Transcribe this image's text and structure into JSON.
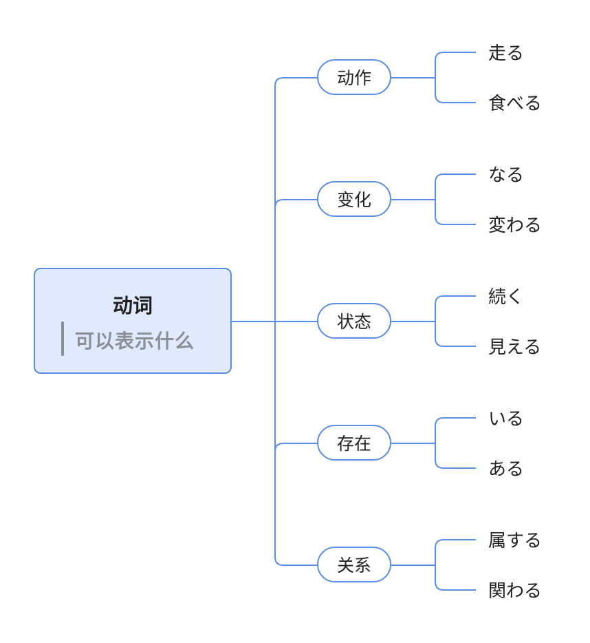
{
  "root": {
    "title": "动词",
    "subtitle": "可以表示什么"
  },
  "colors": {
    "line": "#5b8ce8",
    "root_fill": "#e1eafc",
    "subtitle": "#8a8f98"
  },
  "categories": [
    {
      "label": "动作",
      "children": [
        "走る",
        "食べる"
      ]
    },
    {
      "label": "变化",
      "children": [
        "なる",
        "変わる"
      ]
    },
    {
      "label": "状态",
      "children": [
        "続く",
        "見える"
      ]
    },
    {
      "label": "存在",
      "children": [
        "いる",
        "ある"
      ]
    },
    {
      "label": "关系",
      "children": [
        "属する",
        "関わる"
      ]
    }
  ]
}
